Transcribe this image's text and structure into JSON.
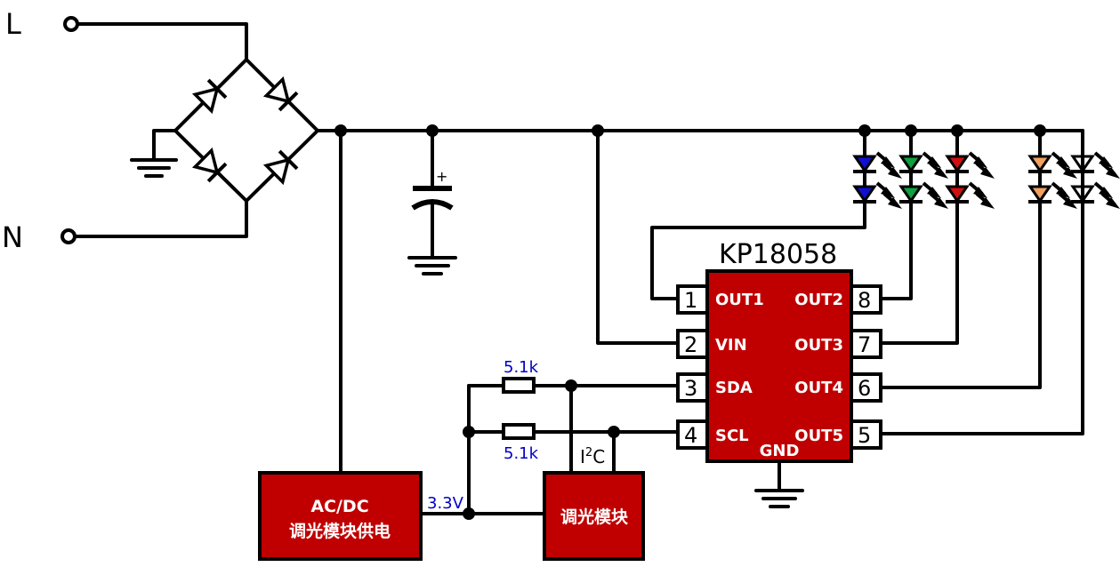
{
  "terminals": {
    "line": "L",
    "neutral": "N"
  },
  "capacitor": {
    "polarity": "+"
  },
  "chip": {
    "name": "KP18058",
    "fill": "#c00000",
    "gnd": "GND",
    "pins": [
      {
        "num": "1",
        "name": "OUT1"
      },
      {
        "num": "2",
        "name": "VIN"
      },
      {
        "num": "3",
        "name": "SDA"
      },
      {
        "num": "4",
        "name": "SCL"
      },
      {
        "num": "5",
        "name": "OUT5"
      },
      {
        "num": "6",
        "name": "OUT4"
      },
      {
        "num": "7",
        "name": "OUT3"
      },
      {
        "num": "8",
        "name": "OUT2"
      }
    ]
  },
  "resistors": {
    "r1": "5.1k",
    "r2": "5.1k"
  },
  "labels": {
    "i2c_main": "I",
    "i2c_sup": "2",
    "i2c_tail": "C",
    "voltage": "3.3V"
  },
  "modules": {
    "power_line1": "AC/DC",
    "power_line2": "调光模块供电",
    "dimmer": "调光模块"
  },
  "led_colors": {
    "blue": "#1010d0",
    "green": "#10a040",
    "red": "#d01010",
    "orange": "#f0a060",
    "white": "#ffffff"
  }
}
